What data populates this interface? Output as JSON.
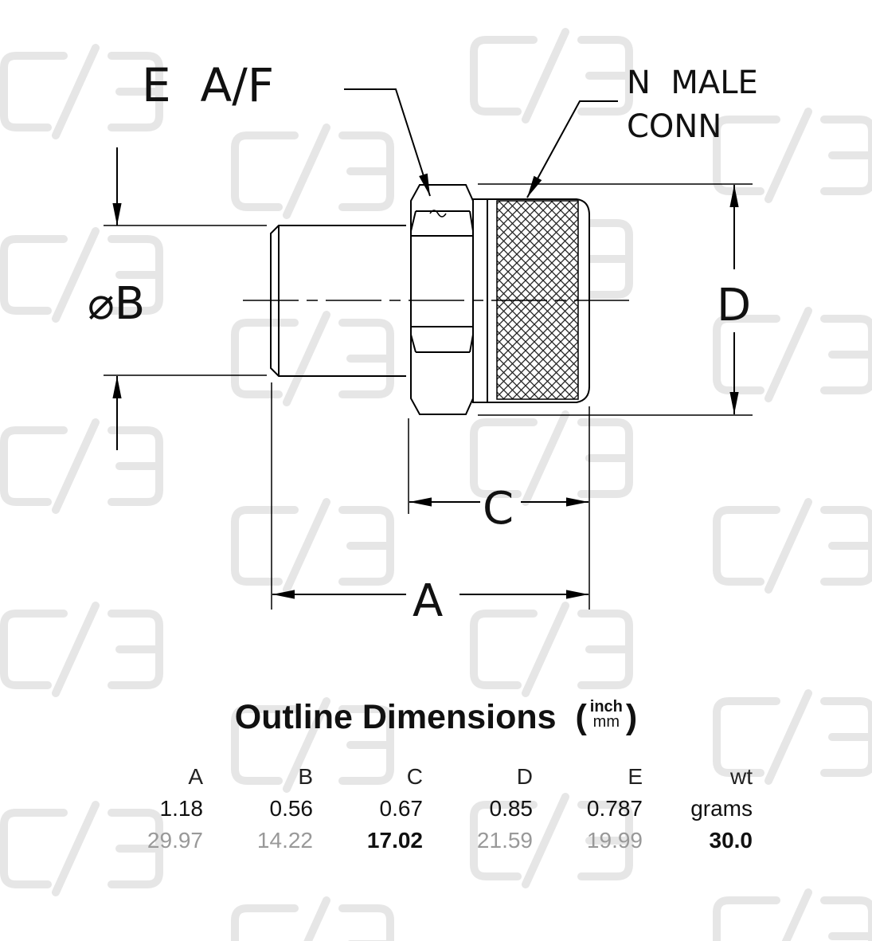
{
  "labels": {
    "e_af": "E  A/F",
    "n_male_line1": "N  MALE",
    "n_male_line2": "CONN",
    "dia_b": "⌀B",
    "d": "D",
    "c": "C",
    "a": "A"
  },
  "title": {
    "text": "Outline Dimensions",
    "unit_top": "inch",
    "unit_bottom": "mm"
  },
  "table": {
    "headers": [
      "A",
      "B",
      "C",
      "D",
      "E",
      "wt"
    ],
    "inch": [
      "1.18",
      "0.56",
      "0.67",
      "0.85",
      "0.787",
      "grams"
    ],
    "mm": [
      "29.97",
      "14.22",
      "17.02",
      "21.59",
      "19.99",
      "30.0"
    ]
  }
}
